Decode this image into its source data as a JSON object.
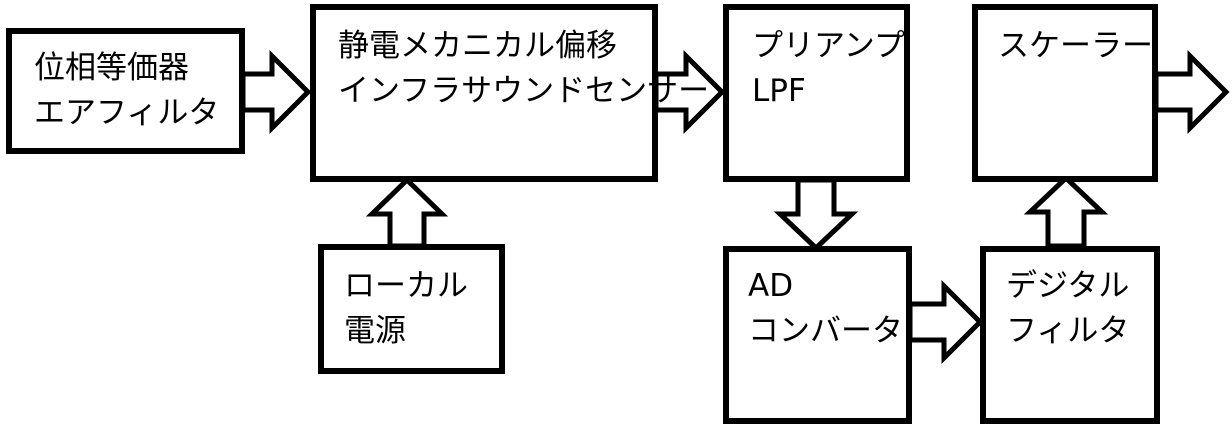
{
  "blocks": {
    "filter": {
      "line1": "位相等価器",
      "line2": "エアフィルタ"
    },
    "sensor": {
      "line1": "静電メカニカル偏移",
      "line2": "インフラサウンドセンサー"
    },
    "preamp": {
      "line1": "プリアンプ",
      "line2": "LPF"
    },
    "scaler": {
      "line1": "スケーラー"
    },
    "power": {
      "line1": "ローカル",
      "line2": "電源"
    },
    "adc": {
      "line1": "AD",
      "line2": "コンバータ"
    },
    "digital_filter": {
      "line1": "デジタル",
      "line2": "フィルタ"
    }
  },
  "colors": {
    "stroke": "#000000",
    "fill": "#ffffff"
  }
}
